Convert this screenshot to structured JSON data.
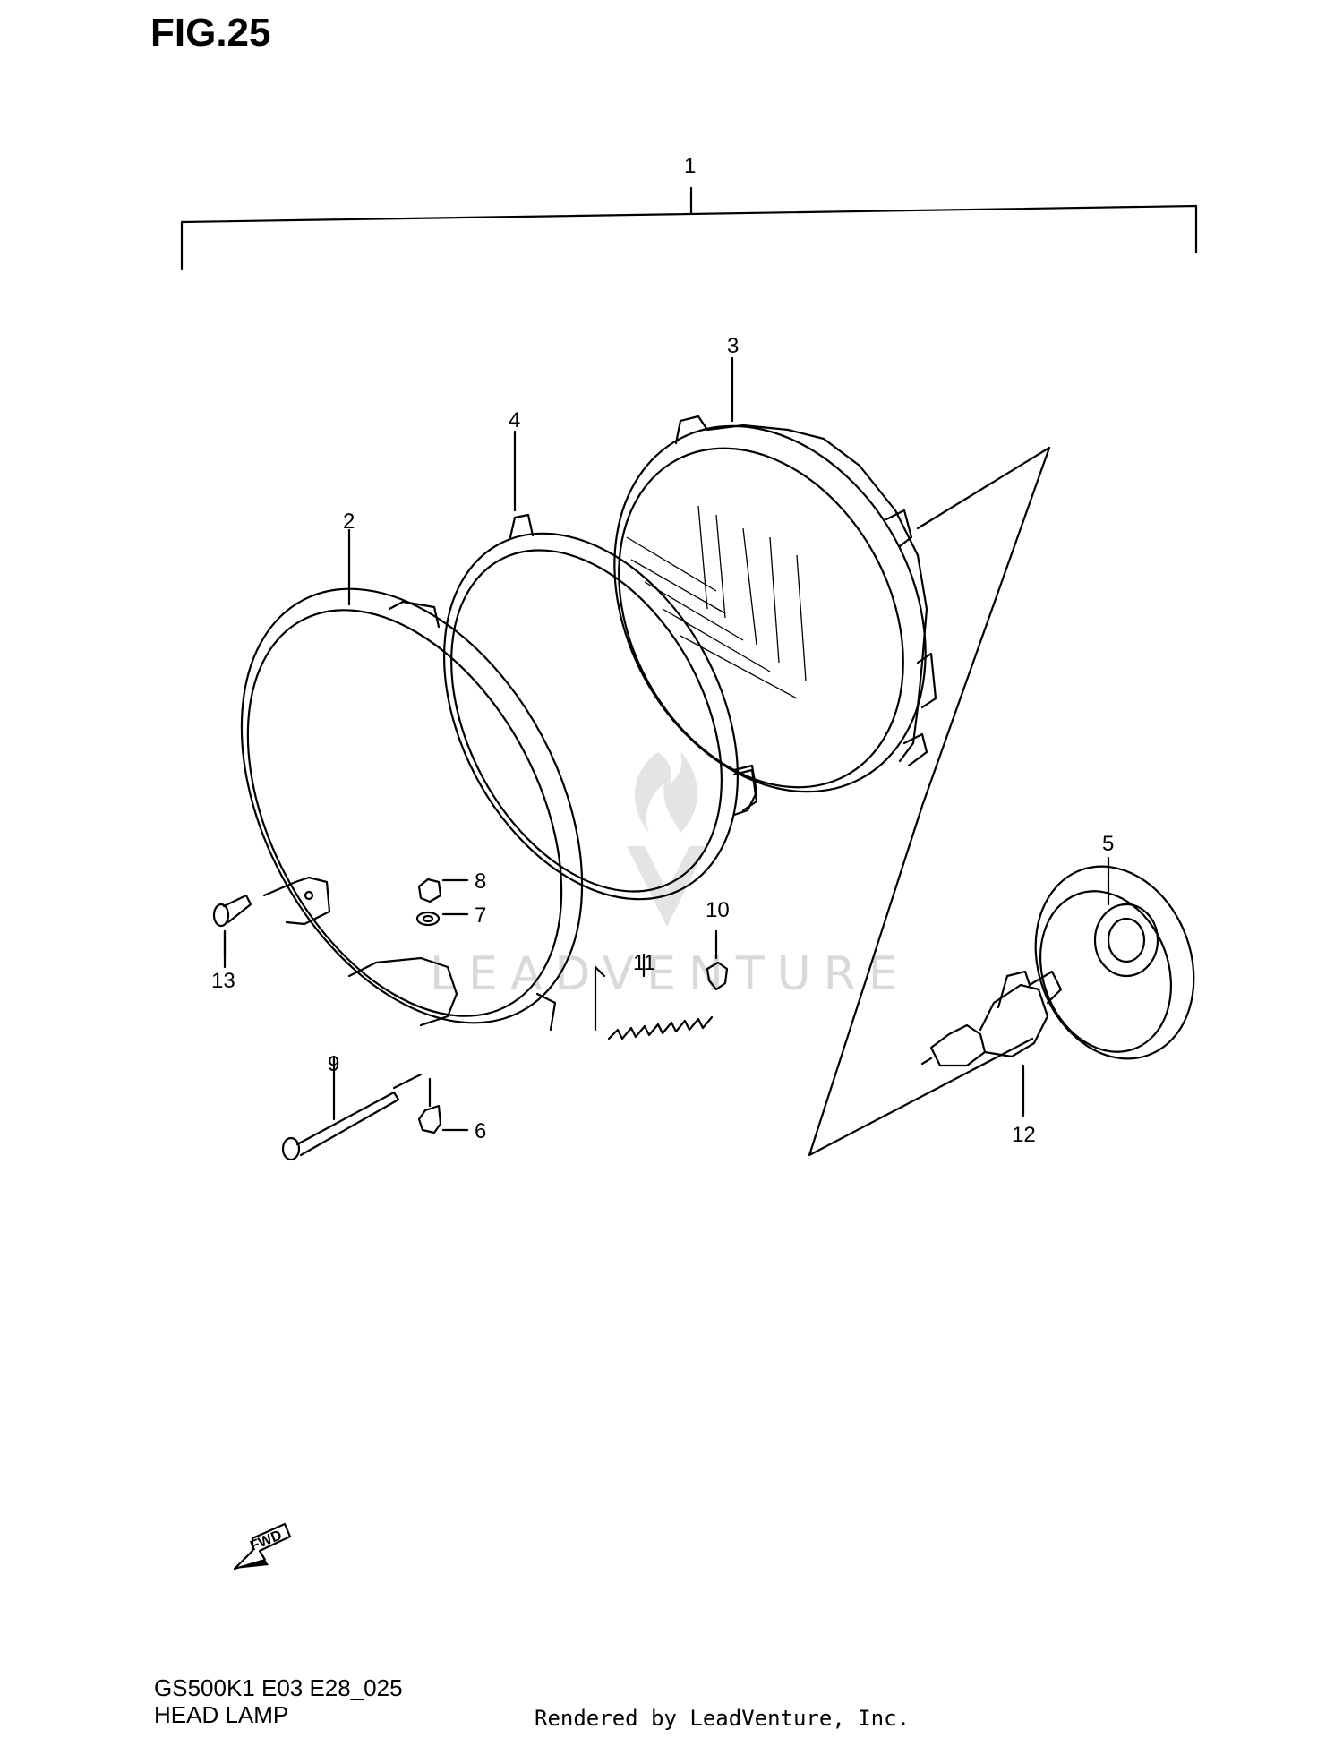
{
  "figure": {
    "title": "FIG.25",
    "model_code": "GS500K1 E03 E28_025",
    "section_name": "HEAD LAMP",
    "rendered_by": "Rendered by LeadVenture, Inc.",
    "watermark_text": "LEADVENTURE"
  },
  "callouts": [
    {
      "id": 1,
      "label": "1",
      "part": "head-lamp-assembly"
    },
    {
      "id": 2,
      "label": "2",
      "part": "head-lamp-housing"
    },
    {
      "id": 3,
      "label": "3",
      "part": "lens-and-reflector"
    },
    {
      "id": 4,
      "label": "4",
      "part": "rim-ring"
    },
    {
      "id": 5,
      "label": "5",
      "part": "bulb-socket-cover"
    },
    {
      "id": 6,
      "label": "6",
      "part": "adjust-screw"
    },
    {
      "id": 7,
      "label": "7",
      "part": "washer"
    },
    {
      "id": 8,
      "label": "8",
      "part": "nut"
    },
    {
      "id": 9,
      "label": "9",
      "part": "long-screw"
    },
    {
      "id": 10,
      "label": "10",
      "part": "clip-nut"
    },
    {
      "id": 11,
      "label": "11",
      "part": "spring"
    },
    {
      "id": 12,
      "label": "12",
      "part": "bulb"
    },
    {
      "id": 13,
      "label": "13",
      "part": "mounting-bolt"
    }
  ],
  "fwd_arrow": {
    "label": "FWD"
  },
  "colors": {
    "line": "#000000",
    "background": "#ffffff",
    "watermark": "#d9d9d9"
  }
}
